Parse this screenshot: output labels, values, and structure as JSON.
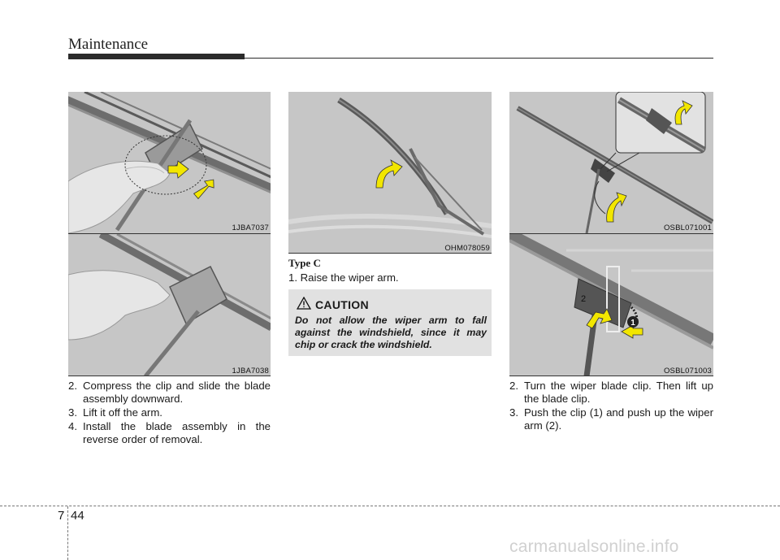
{
  "header": {
    "title": "Maintenance"
  },
  "figures": [
    {
      "code": "1JBA7037"
    },
    {
      "code": "1JBA7038"
    },
    {
      "code": "OHM078059"
    },
    {
      "code": "OSBL071001"
    },
    {
      "code": "OSBL071003"
    }
  ],
  "left_steps": [
    {
      "num": "2.",
      "text": "Compress the clip and slide the blade assembly downward."
    },
    {
      "num": "3.",
      "text": "Lift it off the arm."
    },
    {
      "num": "4.",
      "text": "Install the blade assembly in the reverse order of removal."
    }
  ],
  "middle": {
    "heading": "Type C",
    "step": "1. Raise the wiper arm.",
    "caution": {
      "title": "CAUTION",
      "text": "Do not allow the wiper arm to fall against the windshield, since it may chip or crack the windshield."
    }
  },
  "right_steps": [
    {
      "num": "2.",
      "text": "Turn the wiper blade clip. Then lift up the blade clip."
    },
    {
      "num": "3.",
      "text": "Push the clip (1) and push up the wiper arm (2)."
    }
  ],
  "callouts": {
    "one": "1",
    "two": "2"
  },
  "footer": {
    "chapter": "7",
    "page": "44",
    "watermark": "carmanualsonline.info"
  },
  "colors": {
    "figure_bg": "#c9c9c9",
    "arrow": "#f2e600",
    "caution_bg": "#e1e1e1"
  },
  "icons": [
    "warning-triangle-icon",
    "arrow-icon"
  ]
}
